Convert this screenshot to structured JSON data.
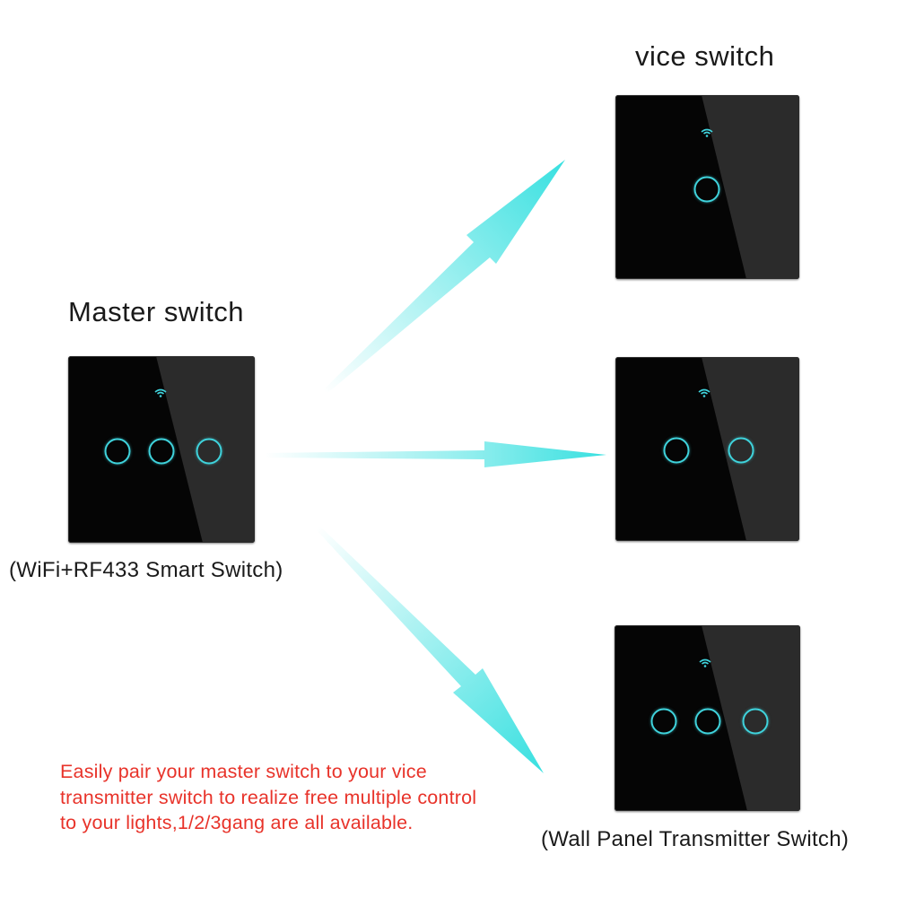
{
  "master": {
    "title": "Master switch",
    "caption": "(WiFi+RF433 Smart Switch)",
    "gangs": 3
  },
  "vice": {
    "title": "vice switch",
    "panels": [
      {
        "gangs": 1
      },
      {
        "gangs": 2
      },
      {
        "gangs": 3
      }
    ],
    "caption": "(Wall Panel Transmitter Switch)"
  },
  "description": "Easily pair your master switch to your vice transmitter switch to realize free multiple control to your lights,1/2/3gang are all available.",
  "colors": {
    "button_ring": "#3fd3dc",
    "arrow": "#38e0e0",
    "panel": "#050505",
    "description_text": "#e8332a"
  },
  "icons": [
    "wifi-icon",
    "arrow-icon"
  ]
}
